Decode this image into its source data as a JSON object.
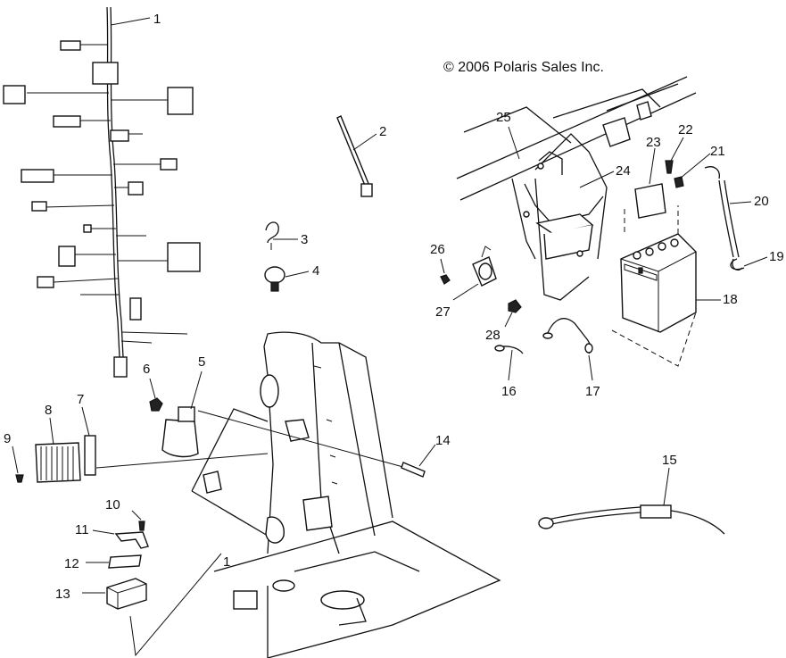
{
  "copyright": "© 2006 Polaris Sales Inc.",
  "callouts": {
    "c1": "1",
    "c1b": "1",
    "c2": "2",
    "c3": "3",
    "c4": "4",
    "c5": "5",
    "c6": "6",
    "c7": "7",
    "c8": "8",
    "c9": "9",
    "c10": "10",
    "c11": "11",
    "c12": "12",
    "c13": "13",
    "c14": "14",
    "c15": "15",
    "c16": "16",
    "c17": "17",
    "c18": "18",
    "c19": "19",
    "c20": "20",
    "c21": "21",
    "c22": "22",
    "c23": "23",
    "c24": "24",
    "c25": "25",
    "c26": "26",
    "c27": "27",
    "c28": "28"
  }
}
